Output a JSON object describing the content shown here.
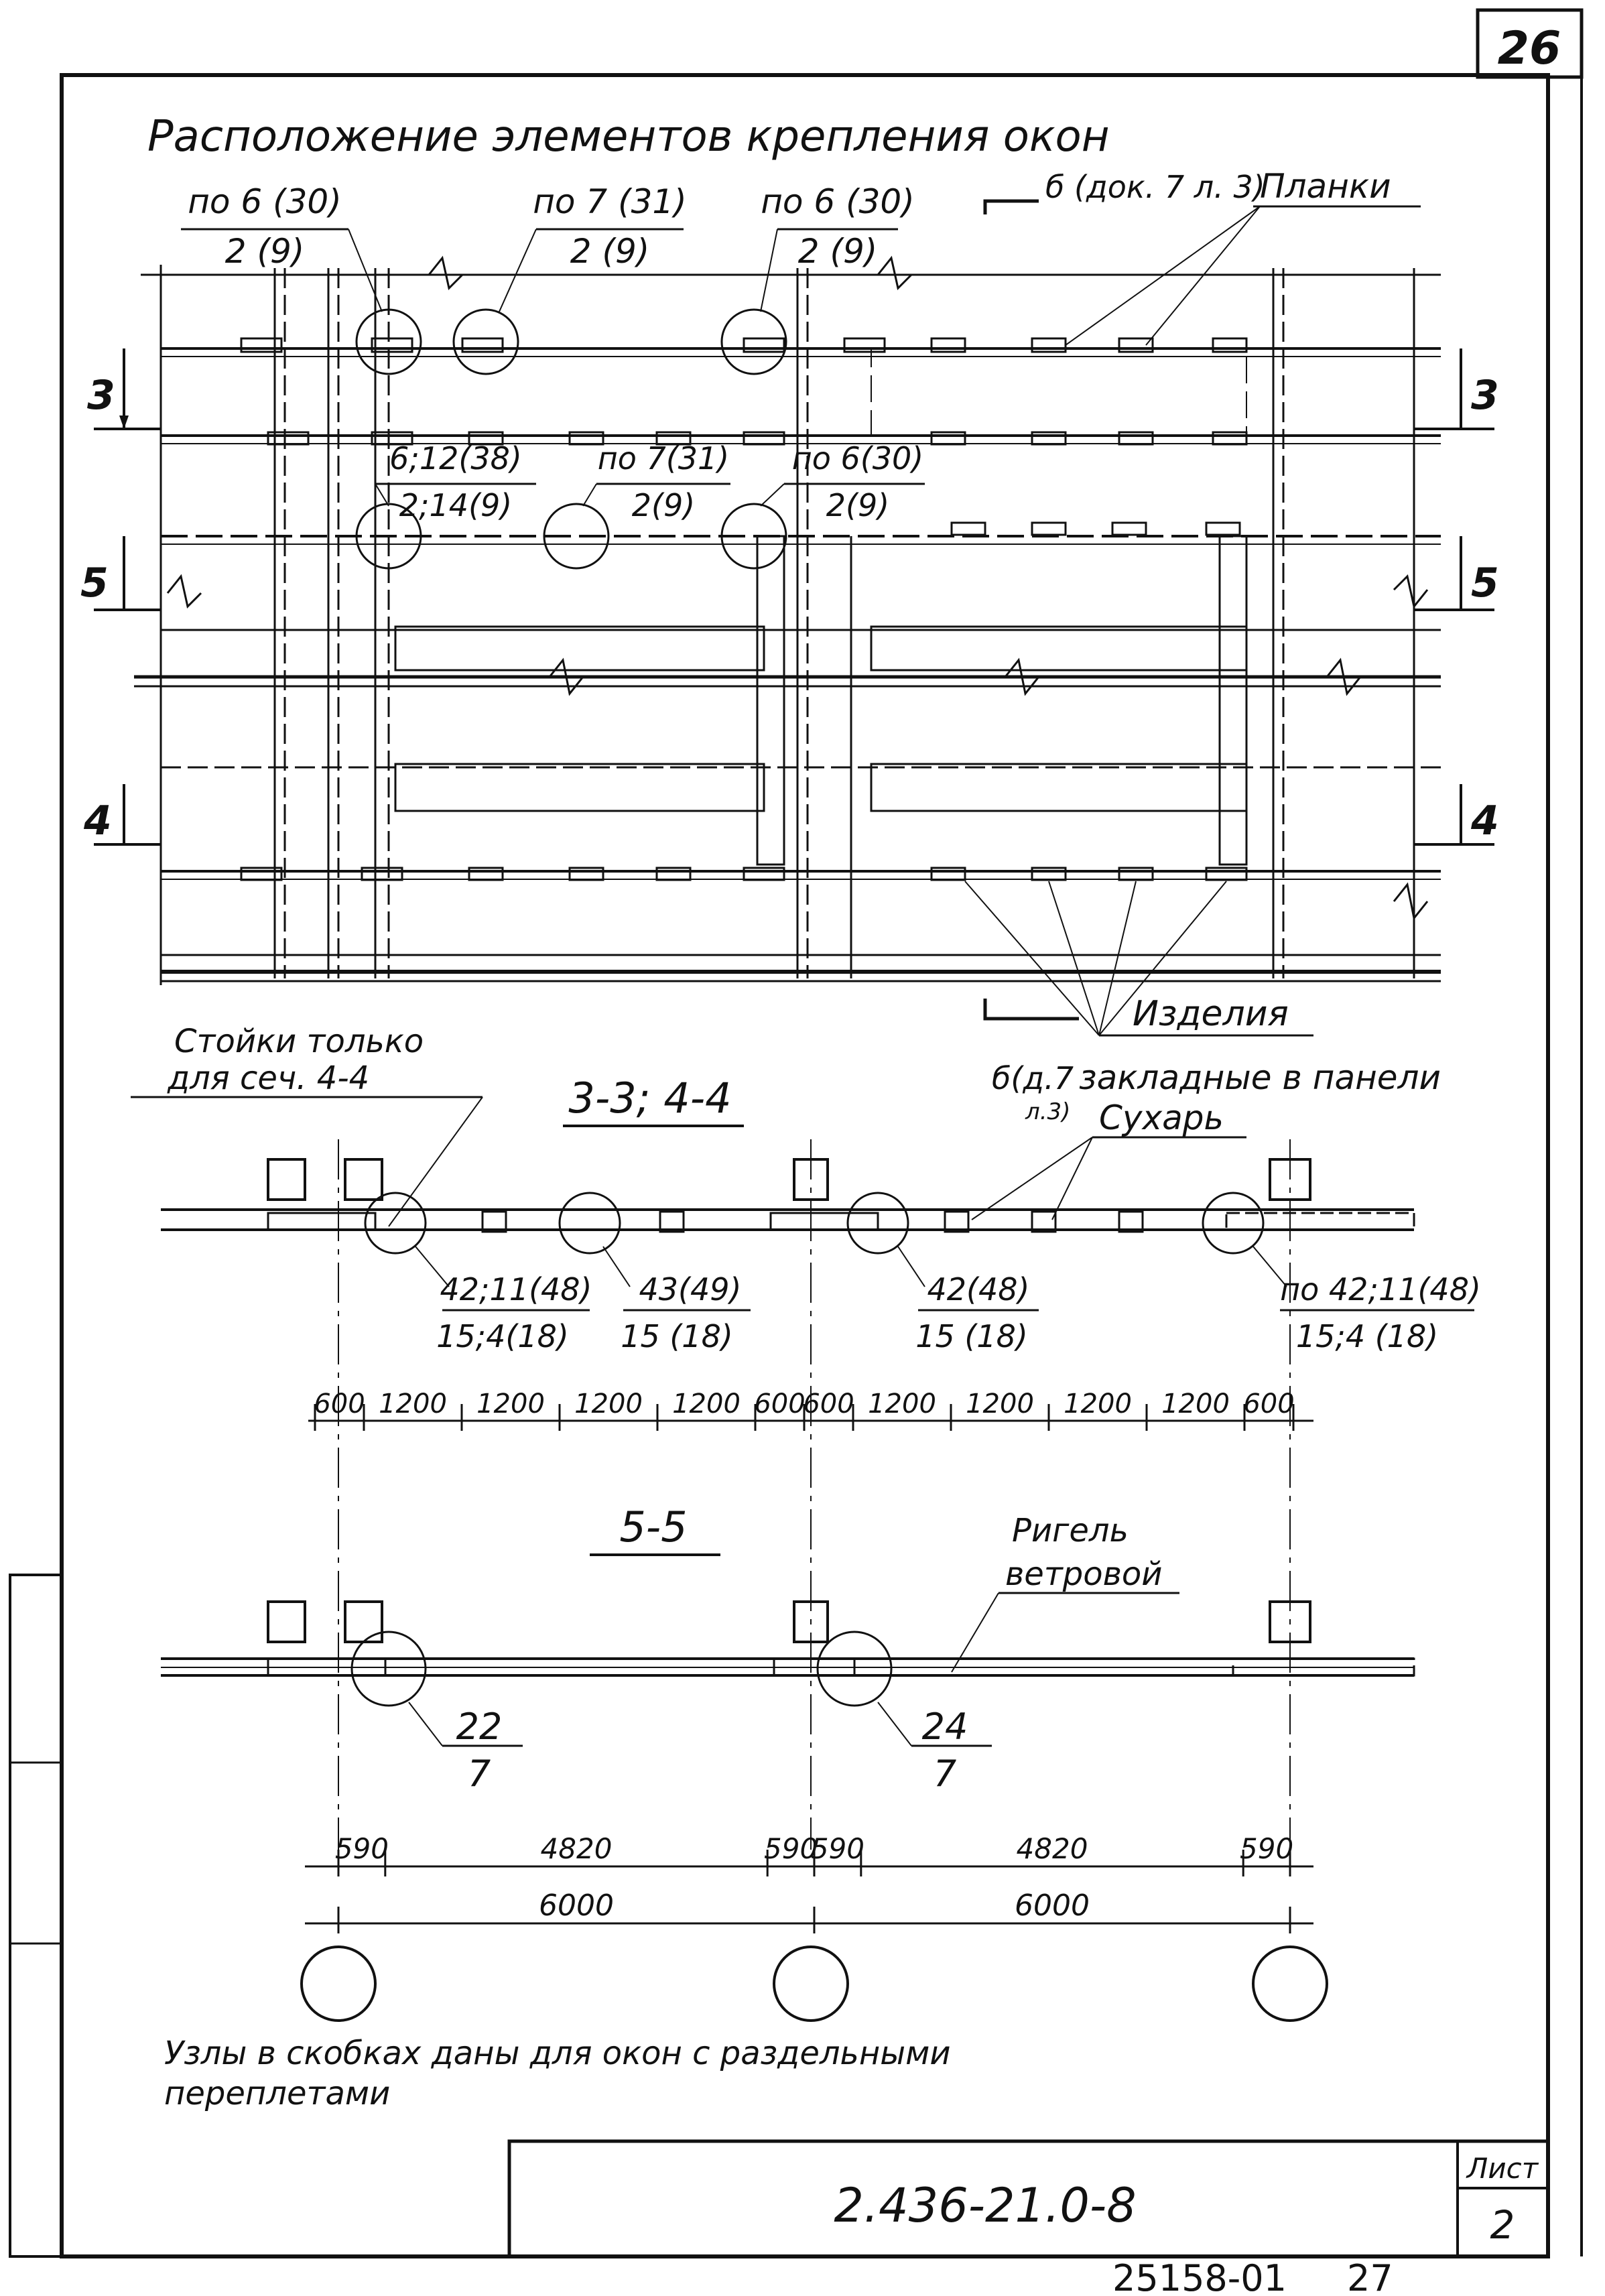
{
  "sheet": {
    "corner_number": "26",
    "title": "Расположение элементов крепления окон",
    "code": "2.436-21.0-8",
    "sheet_label": "Лист",
    "sheet_number": "2",
    "archive_number": "25158-01",
    "archive_page": "27"
  },
  "plan": {
    "callouts": [
      {
        "top": "по 6 (30)",
        "bottom": "2 (9)"
      },
      {
        "top": "по 7 (31)",
        "bottom": "2 (9)"
      },
      {
        "top": "по 6 (30)",
        "bottom": "2 (9)"
      },
      {
        "top": "6;12(38)",
        "bottom": "2;14(9)"
      },
      {
        "top": "по 7(31)",
        "bottom": "2(9)"
      },
      {
        "top": "по 6(30)",
        "bottom": "2(9)"
      }
    ],
    "ref_top": "б (док. 7 л. 3)",
    "label_planki": "Планки",
    "section_marks": [
      "3",
      "3",
      "5",
      "5",
      "4",
      "4"
    ],
    "label_izdelia": "Изделия",
    "label_zakladnye": "закладные в панели",
    "ref_bottom_a": "б(д.7",
    "ref_bottom_b": "л.3)"
  },
  "section_34": {
    "title": "3-3; 4-4",
    "note_line1": "Стойки только",
    "note_line2": "для сеч. 4-4",
    "label_suhar": "Сухарь",
    "callouts": [
      {
        "top": "42;11(48)",
        "bottom": "15;4(18)"
      },
      {
        "top": "43(49)",
        "bottom": "15 (18)"
      },
      {
        "top": "42(48)",
        "bottom": "15 (18)"
      },
      {
        "top": "по 42;11(48)",
        "bottom": "15;4 (18)"
      }
    ],
    "dims": [
      "600",
      "1200",
      "1200",
      "1200",
      "1200",
      "600",
      "600",
      "1200",
      "1200",
      "1200",
      "1200",
      "600"
    ]
  },
  "section_55": {
    "title": "5-5",
    "label_rigel": "Ригель",
    "label_vetrovoy": "ветровой",
    "callouts": [
      {
        "top": "22",
        "bottom": "7"
      },
      {
        "top": "24",
        "bottom": "7"
      }
    ],
    "dims_top": [
      "590",
      "4820",
      "590",
      "590",
      "4820",
      "590"
    ],
    "dims_total": [
      "6000",
      "6000"
    ]
  },
  "footnote_line1": "Узлы в скобках даны для окон с раздельными",
  "footnote_line2": "переплетами"
}
